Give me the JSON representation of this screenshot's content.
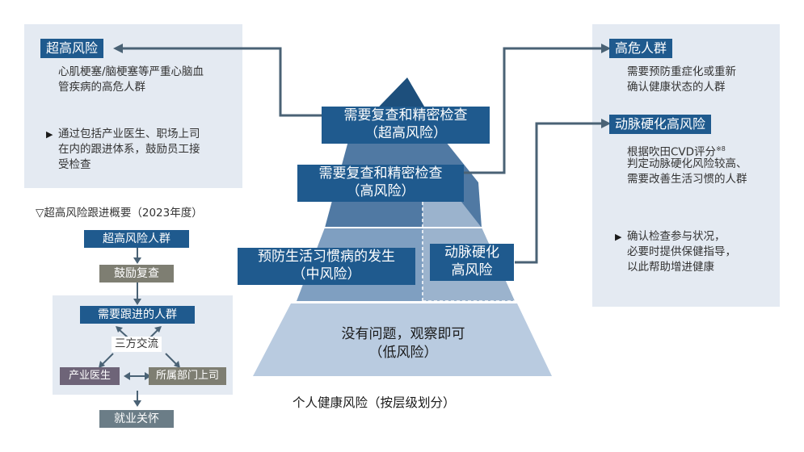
{
  "left_panel": {
    "tag": "超高风险",
    "desc_line1": "心肌梗塞/脑梗塞等严重心脑血",
    "desc_line2": "管疾病的高危人群",
    "bullet_line1": "通过包括产业医生、职场上司",
    "bullet_line2": "在内的跟进体系，鼓励员工接",
    "bullet_line3": "受检查"
  },
  "followup": {
    "title": "▽超高风险跟进概要（2023年度）",
    "box1": "超高风险人群",
    "box2": "鼓励复查",
    "box3": "需要跟进的人群",
    "center_label": "三方交流",
    "left_party": "产业医生",
    "right_party": "所属部门上司",
    "box4": "就业关怀"
  },
  "pyramid": {
    "level1_line1": "需要复查和精密检查",
    "level1_line2": "（超高风险）",
    "level2_line1": "需要复查和精密检查",
    "level2_line2": "（高风险）",
    "level3_line1": "预防生活习惯病的发生",
    "level3_line2": "（中风险）",
    "arterial_line1": "动脉硬化",
    "arterial_line2": "高风险",
    "base_line1": "没有问题，观察即可",
    "base_line2": "（低风险）",
    "caption": "个人健康风险（按层级划分）"
  },
  "right_panel": {
    "tag_high": "高危人群",
    "high_line1": "需要预防重症化或重新",
    "high_line2": "确认健康状态的人群",
    "tag_arterial": "动脉硬化高风险",
    "art_line1": "根据吹田CVD评分",
    "art_sup": "※8",
    "art_line2": "判定动脉硬化风险较高、",
    "art_line3": "需要改善生活习惯的人群",
    "bullet_line1": "确认检查参与状况，",
    "bullet_line2": "必要时提供保健指导，",
    "bullet_line3": "以此帮助增进健康"
  },
  "colors": {
    "navy": "#1f5a8e",
    "panel_bg": "#e4eaf2",
    "pyramid_top": "#1d4f7c",
    "pyramid_level2": "#5079a3",
    "pyramid_level3": "#7f9fc1",
    "pyramid_base": "#b9cbe0",
    "arrow": "#4a6275",
    "followup_grey": "#7e7e72",
    "followup_mauve": "#6e6478",
    "followup_slate": "#6b7d87"
  }
}
